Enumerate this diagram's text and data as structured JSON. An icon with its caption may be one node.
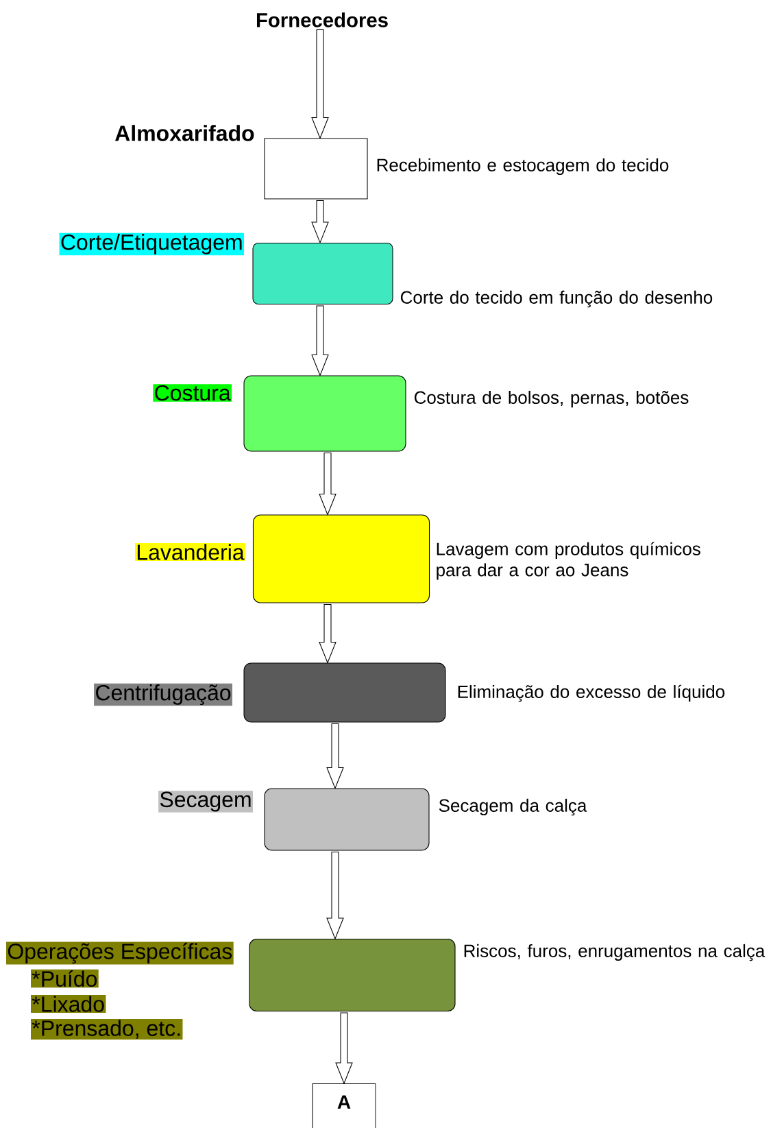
{
  "diagram": {
    "nodes": [
      {
        "text": [
          "Fornecedores"
        ]
      },
      {
        "text": [
          "Almoxarifado"
        ],
        "beside": [
          "Recebimento e estocagem do tecido"
        ]
      },
      {
        "text": [
          "Corte/Etiquetagem"
        ],
        "beside": [
          "Corte do tecido em função do desenho"
        ]
      },
      {
        "text": [
          "Costura"
        ],
        "beside": [
          "Costura de bolsos, pernas, botões"
        ]
      },
      {
        "text": [
          "Lavanderia"
        ],
        "beside": [
          "Lavagem com produtos químicos para dar a cor ao Jeans"
        ]
      },
      {
        "text": [
          "Centrifugação"
        ],
        "beside": [
          "Eliminação do excesso de líquido"
        ]
      },
      {
        "text": [
          "Secagem"
        ],
        "beside": [
          "Secagem da calça"
        ]
      },
      {
        "text": [
          "Operações Específicas",
          "*Puído",
          "*Lixado",
          "*Prensado, etc."
        ],
        "beside": [
          "Riscos, furos, enrugamentos na calça"
        ]
      },
      {
        "text": [
          "A"
        ]
      }
    ],
    "edges": [
      {
        "from": 0,
        "to": 1,
        "arrow": "to"
      },
      {
        "from": 1,
        "to": 2,
        "arrow": "to"
      },
      {
        "from": 2,
        "to": 3,
        "arrow": "to"
      },
      {
        "from": 3,
        "to": 4,
        "arrow": "to"
      },
      {
        "from": 4,
        "to": 5,
        "arrow": "to"
      },
      {
        "from": 5,
        "to": 6,
        "arrow": "to"
      },
      {
        "from": 6,
        "to": 7,
        "arrow": "to"
      },
      {
        "from": 7,
        "to": 8,
        "arrow": "to"
      }
    ]
  }
}
